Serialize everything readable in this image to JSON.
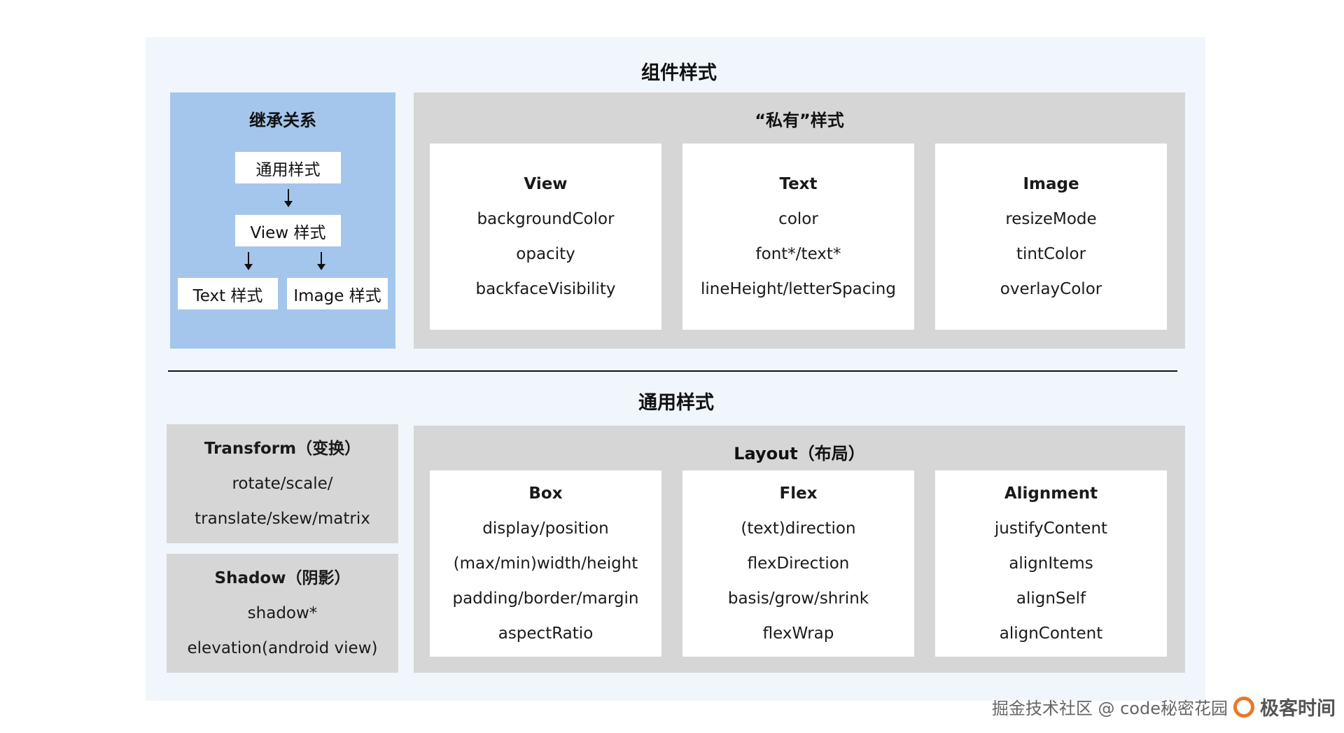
{
  "component_styles": {
    "title": "组件样式",
    "inheritance": {
      "title": "继承关系",
      "nodes": {
        "common": "通用样式",
        "view": "View 样式",
        "text": "Text 样式",
        "image": "Image 样式"
      }
    },
    "private": {
      "title": "“私有”样式",
      "boxes": [
        {
          "name": "View",
          "props": [
            "backgroundColor",
            "opacity",
            "backfaceVisibility"
          ]
        },
        {
          "name": "Text",
          "props": [
            "color",
            "font*/text*",
            "lineHeight/letterSpacing"
          ]
        },
        {
          "name": "Image",
          "props": [
            "resizeMode",
            "tintColor",
            "overlayColor"
          ]
        }
      ]
    }
  },
  "common_styles": {
    "title": "通用样式",
    "transform": {
      "title": "Transform（变换）",
      "props": [
        "rotate/scale/",
        "translate/skew/matrix"
      ]
    },
    "shadow": {
      "title": "Shadow（阴影）",
      "props": [
        "shadow*",
        "elevation(android view)"
      ]
    },
    "layout": {
      "title": "Layout（布局）",
      "boxes": [
        {
          "name": "Box",
          "props": [
            "display/position",
            "(max/min)width/height",
            "padding/border/margin",
            "aspectRatio"
          ]
        },
        {
          "name": "Flex",
          "props": [
            "(text)direction",
            "flexDirection",
            "basis/grow/shrink",
            "flexWrap"
          ]
        },
        {
          "name": "Alignment",
          "props": [
            "justifyContent",
            "alignItems",
            "alignSelf",
            "alignContent"
          ]
        }
      ]
    }
  },
  "watermark": {
    "text": "掘金技术社区 @ code秘密花园",
    "brand": "极客时间"
  }
}
